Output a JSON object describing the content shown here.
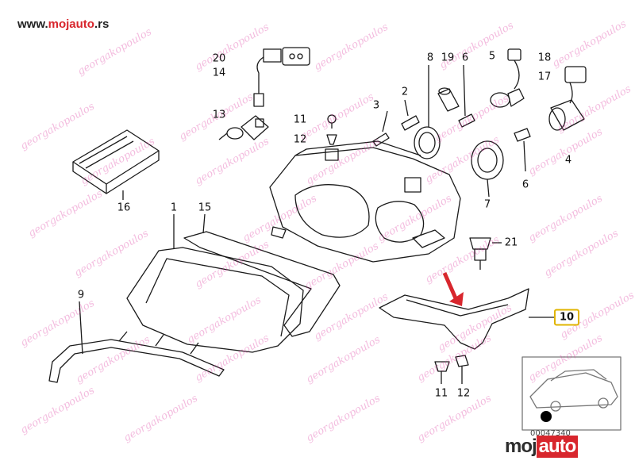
{
  "site_url": {
    "main": "www.",
    "accent": "mojauto",
    "tail": ".rs"
  },
  "watermark_text": "georgakopoulos",
  "diagram_code": "00047340",
  "brand": {
    "part_a": "moj",
    "part_b": "auto"
  },
  "colors": {
    "arrow": "#d8262d",
    "highlight_box": "#e0b400",
    "watermark": "#e24ca8"
  },
  "part_numbers": [
    {
      "id": "p20",
      "label": "20"
    },
    {
      "id": "p14",
      "label": "14"
    },
    {
      "id": "p13",
      "label": "13"
    },
    {
      "id": "p11a",
      "label": "11"
    },
    {
      "id": "p12a",
      "label": "12"
    },
    {
      "id": "p3",
      "label": "3"
    },
    {
      "id": "p2",
      "label": "2"
    },
    {
      "id": "p8",
      "label": "8"
    },
    {
      "id": "p19",
      "label": "19"
    },
    {
      "id": "p6a",
      "label": "6"
    },
    {
      "id": "p5",
      "label": "5"
    },
    {
      "id": "p18",
      "label": "18"
    },
    {
      "id": "p17",
      "label": "17"
    },
    {
      "id": "p4",
      "label": "4"
    },
    {
      "id": "p6b",
      "label": "6"
    },
    {
      "id": "p7",
      "label": "7"
    },
    {
      "id": "p16",
      "label": "16"
    },
    {
      "id": "p1",
      "label": "1"
    },
    {
      "id": "p15",
      "label": "15"
    },
    {
      "id": "p21",
      "label": "21"
    },
    {
      "id": "p9",
      "label": "9"
    },
    {
      "id": "p10",
      "label": "10"
    },
    {
      "id": "p11b",
      "label": "11"
    },
    {
      "id": "p12b",
      "label": "12"
    }
  ]
}
